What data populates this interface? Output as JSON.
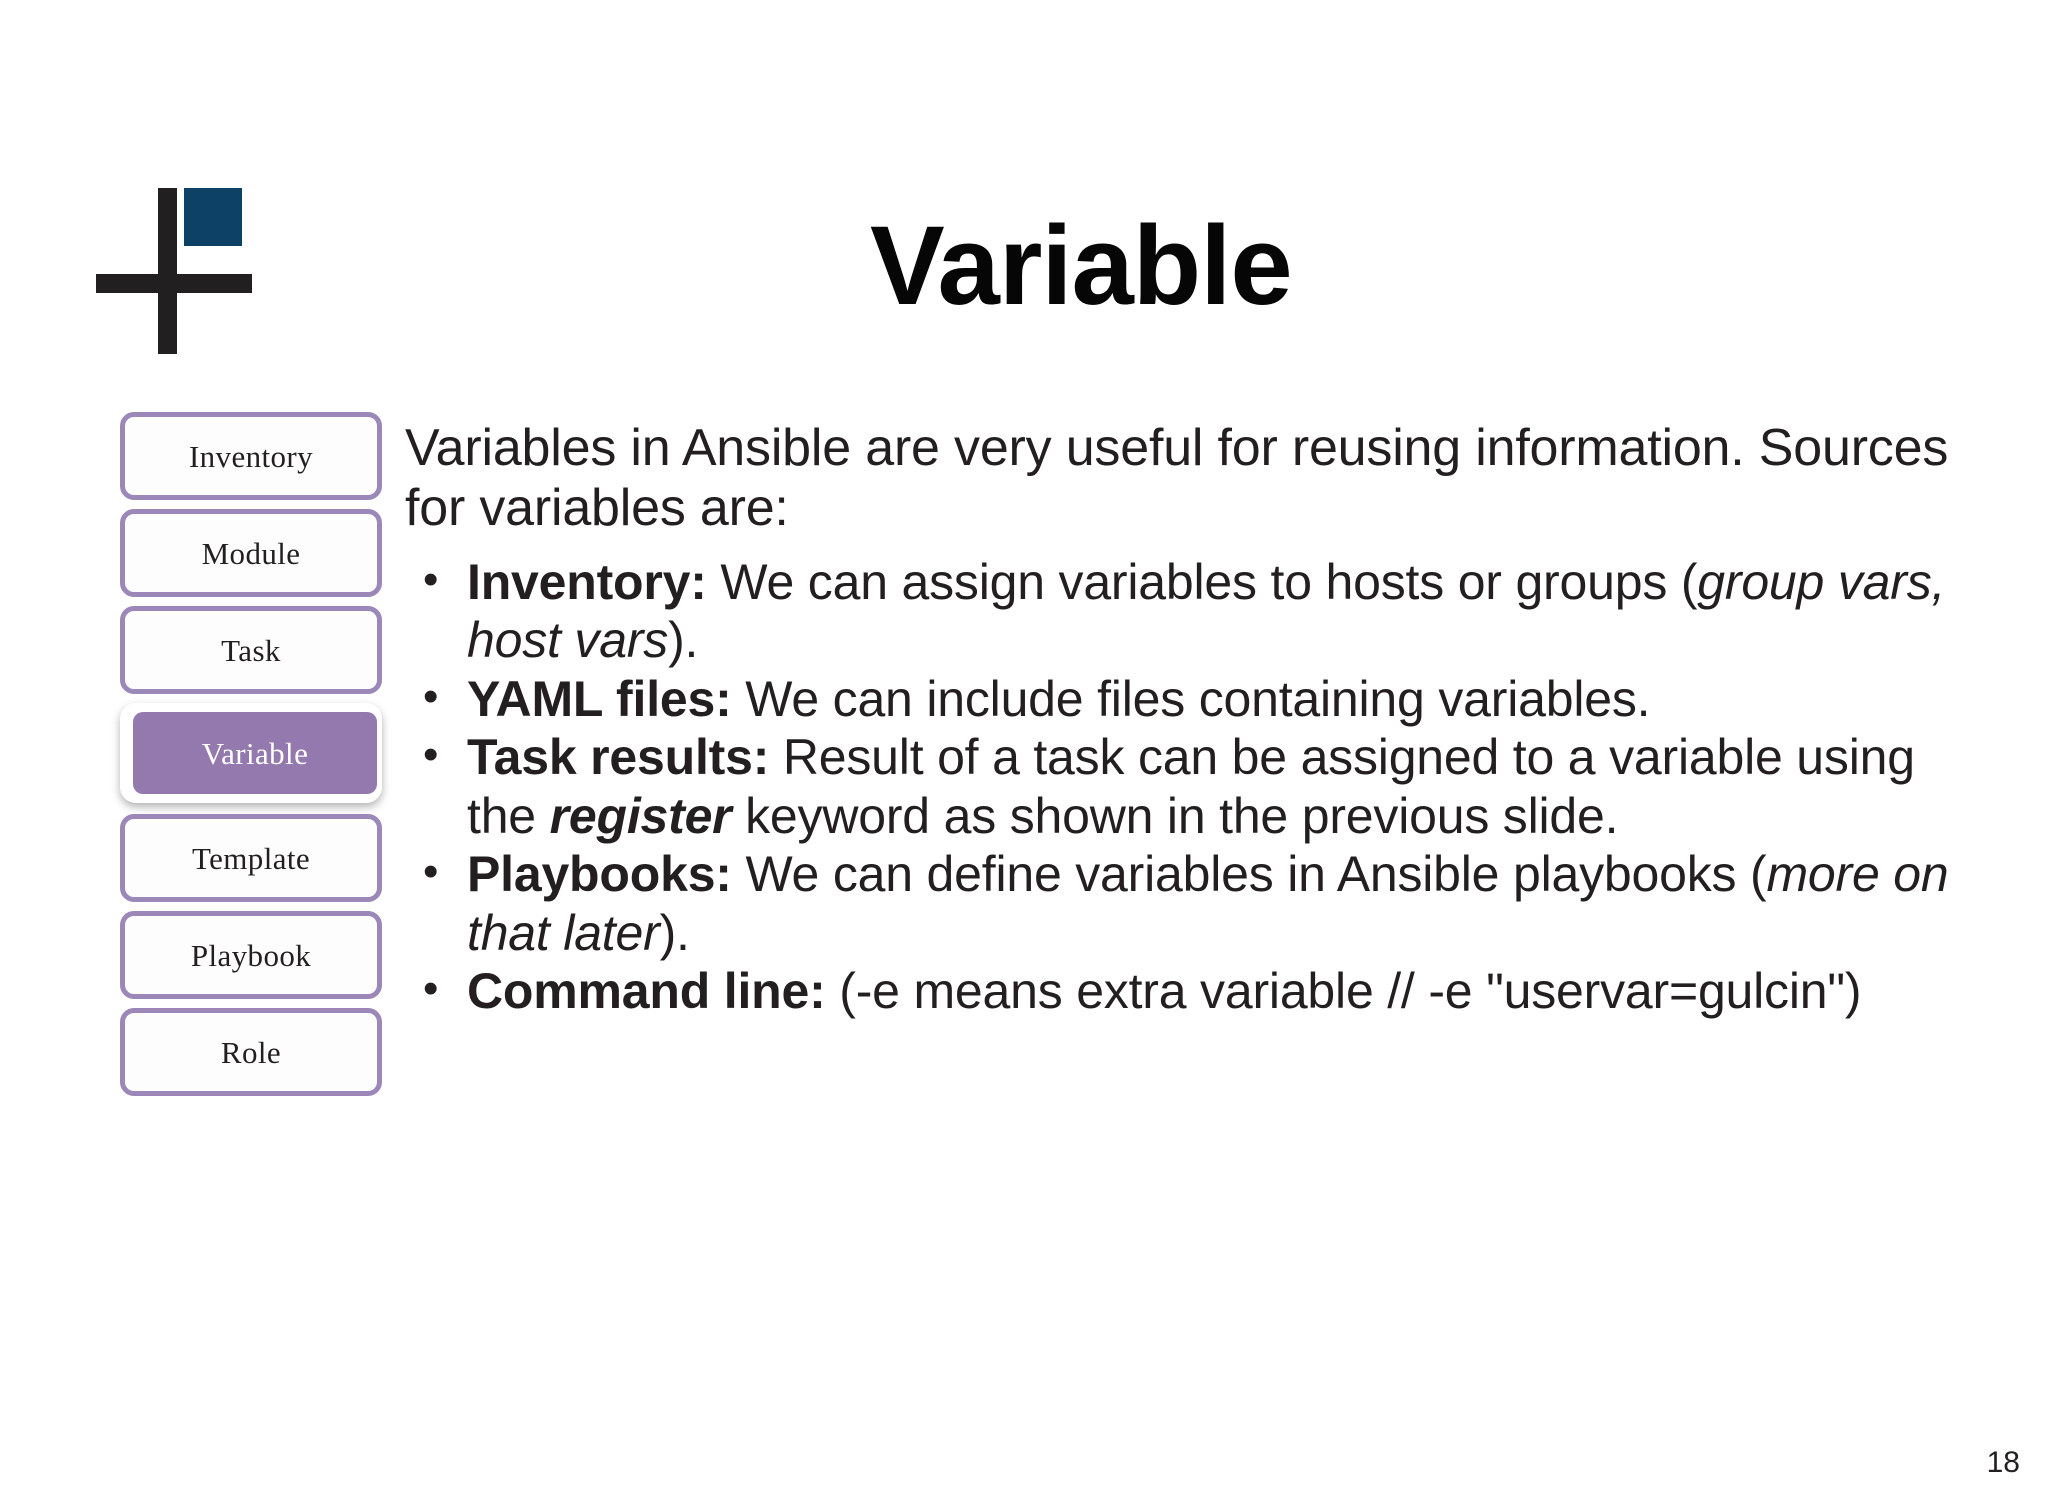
{
  "slide": {
    "title": "Variable",
    "page_number": "18",
    "logo": {
      "square_color": "#0e4166",
      "cross_color": "#221f20"
    },
    "accent_colors": {
      "border_purple": "#9b88b8",
      "fill_purple": "#9379ad",
      "text_dark": "#231f20"
    }
  },
  "sidebar": {
    "items": [
      {
        "label": "Inventory",
        "active": false
      },
      {
        "label": "Module",
        "active": false
      },
      {
        "label": "Task",
        "active": false
      },
      {
        "label": "Variable",
        "active": true
      },
      {
        "label": "Template",
        "active": false
      },
      {
        "label": "Playbook",
        "active": false
      },
      {
        "label": "Role",
        "active": false
      }
    ]
  },
  "body": {
    "intro": "Variables in Ansible are very useful for reusing information. Sources for variables are:",
    "bullets": [
      {
        "term": "Inventory:",
        "text_1": " We can assign variables to hosts or groups (",
        "italic_1": "group vars, host vars",
        "text_2": ")."
      },
      {
        "term": "YAML files:",
        "text_1": " We can include files containing variables.",
        "italic_1": "",
        "text_2": ""
      },
      {
        "term": "Task results:",
        "text_1": " Result of a task can be assigned to a variable using the ",
        "bold_italic_1": "register",
        "text_2": " keyword as shown in the previous slide."
      },
      {
        "term": "Playbooks:",
        "text_1": " We can define variables in Ansible playbooks (",
        "italic_1": "more on that later",
        "text_2": ")."
      },
      {
        "term": "Command line:",
        "text_1": " (-e means extra variable // -e \"uservar=gulcin\")",
        "italic_1": "",
        "text_2": ""
      }
    ]
  }
}
